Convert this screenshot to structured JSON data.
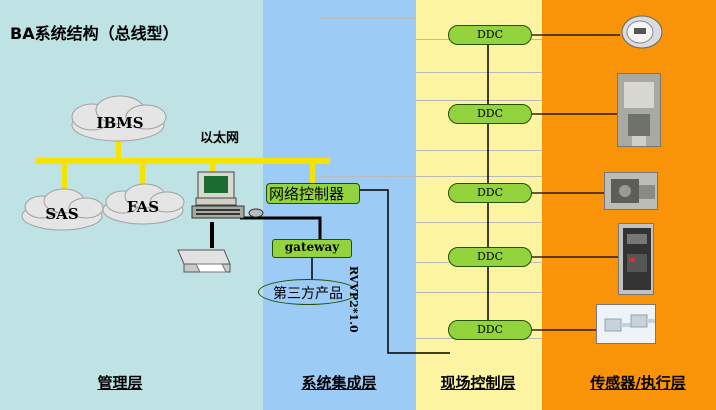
{
  "title": "BA系统结构（总线型）",
  "clouds": {
    "ibms": "IBMS",
    "sas": "SAS",
    "fas": "FAS"
  },
  "ethernet_label": "以太网",
  "network_controller": "网络控制器",
  "gateway": "gateway",
  "third_party": "第三方产品",
  "bus_label": "RVVP2*1.0",
  "ddc_label": "DDC",
  "layers": {
    "management": "管理层",
    "system_integration": "系统集成层",
    "field_control": "现场控制层",
    "sensor_actuator": "传感器/执行层"
  },
  "colors": {
    "management_band": "#bfe3e4",
    "system_band": "#9ccbf5",
    "field_band": "#fcf4a0",
    "sensor_band": "#f99408",
    "ethernet_bus": "#f5e400",
    "ddc_fill": "#93d43e",
    "controller_fill": "#93d43e"
  },
  "icons": [
    "cloud-icon",
    "computer-workstation-icon",
    "printer-icon",
    "meter-icon",
    "valve-actuator-icon",
    "control-cabinet-icon",
    "duct-sensor-icon"
  ]
}
